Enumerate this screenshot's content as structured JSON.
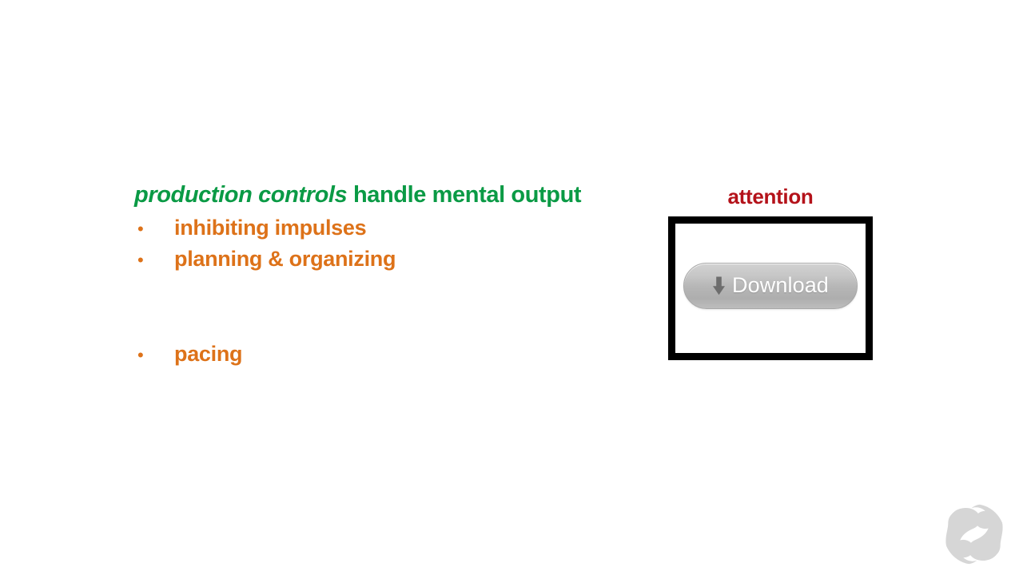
{
  "slide": {
    "background_color": "#ffffff"
  },
  "content": {
    "heading": {
      "emphasis": "production controls",
      "rest": " handle mental output",
      "color": "#0a9a45"
    },
    "bullets": [
      {
        "marker": "•",
        "label": "inhibiting impulses"
      },
      {
        "marker": "•",
        "label": "planning & organizing"
      },
      {
        "marker": "•",
        "label": "pacing"
      }
    ],
    "bullet_color": "#dd7219"
  },
  "callout": {
    "title": "attention",
    "title_color": "#b4121a",
    "frame_border_color": "#000000",
    "button": {
      "label": "Download",
      "icon": "download-arrow-icon",
      "text_color": "#ffffff"
    }
  },
  "watermark": {
    "name": "slideshare-logo",
    "color": "#d6d6d6"
  }
}
